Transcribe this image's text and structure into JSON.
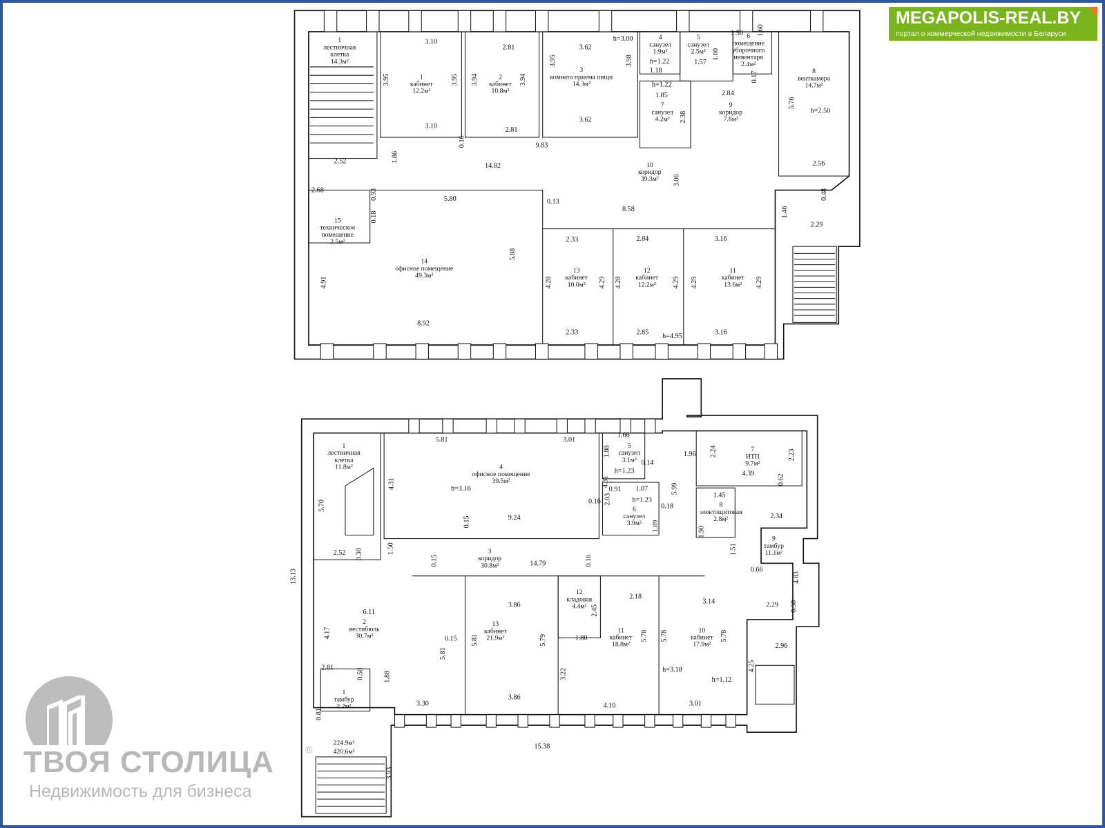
{
  "header_logo": {
    "title": "MEGAPOLIS-REAL.BY",
    "subtitle": "портал о коммерческой недвижимости в Беларуси",
    "color": "#7ab51d"
  },
  "watermark": {
    "title": "ТВОЯ СТОЛИЦА",
    "registered": "®",
    "subtitle": "Недвижимость для бизнеса"
  },
  "upper": {
    "rooms": [
      {
        "lines": [
          "1",
          "лестничная",
          "клетка",
          "14.3м²"
        ]
      },
      {
        "lines": [
          "1",
          "кабинет",
          "12.2м²"
        ]
      },
      {
        "lines": [
          "2",
          "кабинет",
          "10.8м²"
        ]
      },
      {
        "lines": [
          "3",
          "комната приема пищи",
          "14.3м²"
        ]
      },
      {
        "lines": [
          "4",
          "санузел",
          "1.9м²"
        ]
      },
      {
        "lines": [
          "5",
          "санузел",
          "2.5м²"
        ]
      },
      {
        "lines": [
          "6",
          "помещение",
          "уборочного",
          "инвентаря",
          "2.4м²"
        ]
      },
      {
        "lines": [
          "7",
          "санузел",
          "4.2м²"
        ]
      },
      {
        "lines": [
          "9",
          "коридор",
          "7.8м²"
        ]
      },
      {
        "lines": [
          "8",
          "венткамера",
          "14.7м²"
        ]
      },
      {
        "lines": [
          "10",
          "коридор",
          "39.3м²"
        ]
      },
      {
        "lines": [
          "15",
          "техническое",
          "помещение",
          "2.5м²"
        ]
      },
      {
        "lines": [
          "14",
          "офисное помещение",
          "49.3м²"
        ]
      },
      {
        "lines": [
          "13",
          "кабинет",
          "10.0м²"
        ]
      },
      {
        "lines": [
          "12",
          "кабинет",
          "12.2м²"
        ]
      },
      {
        "lines": [
          "11",
          "кабинет",
          "13.6м²"
        ]
      }
    ],
    "dims": [
      "3.10",
      "2.81",
      "3.62",
      "h=3.00",
      "3.95",
      "3.95",
      "3.94",
      "3.94",
      "3.95",
      "3.98",
      "3.10",
      "2.81",
      "3.62",
      "0.16",
      "9.83",
      "h=1.22",
      "1.18",
      "1.57",
      "1.60",
      "1.50",
      "1.60",
      "0.17",
      "h=1.22",
      "1.85",
      "2.84",
      "2.38",
      "5.76",
      "h=2.50",
      "2.52",
      "1.86",
      "14.82",
      "3.06",
      "2.56",
      "2.68",
      "0.93",
      "0.13",
      "5.80",
      "8.58",
      "1.46",
      "0.48",
      "0.18",
      "2.29",
      "2.33",
      "2.84",
      "3.16",
      "5.88",
      "4.28",
      "4.29",
      "4.28",
      "4.29",
      "4.29",
      "4.29",
      "4.91",
      "8.92",
      "2.33",
      "2.85",
      "h=4.95",
      "3.16"
    ]
  },
  "lower": {
    "rooms": [
      {
        "lines": [
          "1",
          "лестничная",
          "клетка",
          "11.8м²"
        ]
      },
      {
        "lines": [
          "4",
          "офисное помещение",
          "39.5м²"
        ]
      },
      {
        "lines": [
          "5",
          "санузел",
          "3.1м²"
        ]
      },
      {
        "lines": [
          "6",
          "санузел",
          "3.9м²"
        ]
      },
      {
        "lines": [
          "7",
          "ИТП",
          "9.7м²"
        ]
      },
      {
        "lines": [
          "8",
          "электощитовая",
          "2.8м²"
        ]
      },
      {
        "lines": [
          "9",
          "тамбур",
          "11.1м²"
        ]
      },
      {
        "lines": [
          "3",
          "коридор",
          "30.8м²"
        ]
      },
      {
        "lines": [
          "12",
          "кладовая",
          "4.4м²"
        ]
      },
      {
        "lines": [
          "2",
          "вестибюль",
          "30.7м²"
        ]
      },
      {
        "lines": [
          "13",
          "кабинет",
          "21.9м²"
        ]
      },
      {
        "lines": [
          "11",
          "кабинет",
          "18.8м²"
        ]
      },
      {
        "lines": [
          "10",
          "кабинет",
          "17.9м²"
        ]
      },
      {
        "lines": [
          "1",
          "тамбур",
          "2.2м²"
        ]
      }
    ],
    "totals": [
      "224.9м²",
      "420.6м²"
    ],
    "dims": [
      "5.81",
      "3.01",
      "1.66",
      "1.88",
      "1.96",
      "h=1.23",
      "0.14",
      "4.31",
      "h=3.16",
      "4.31",
      "0.91",
      "1.07",
      "h=1.23",
      "5.99",
      "0.16",
      "2.03",
      "1.89",
      "0.18",
      "9.24",
      "0.15",
      "2.24",
      "2.23",
      "4.39",
      "0.62",
      "1.45",
      "1.90",
      "2.34",
      "5.70",
      "2.52",
      "0.30",
      "1.50",
      "14.79",
      "0.15",
      "0.16",
      "1.51",
      "0.66",
      "4.83",
      "13.13",
      "6.11",
      "3.86",
      "2.18",
      "3.14",
      "2.45",
      "2.29",
      "0.58",
      "1.80",
      "4.17",
      "2.96",
      "0.15",
      "5.81",
      "5.81",
      "5.79",
      "5.78",
      "5.78",
      "5.78",
      "h=3.18",
      "h=1.12",
      "4.25",
      "2.81",
      "0.50",
      "1.88",
      "3.22",
      "3.86",
      "3.30",
      "4.10",
      "3.01",
      "0.81",
      "15.38",
      "3.93"
    ]
  }
}
